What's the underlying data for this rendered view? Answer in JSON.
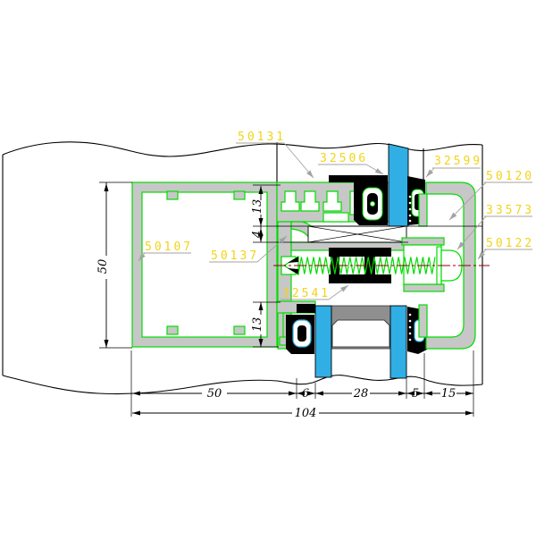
{
  "part_labels": [
    {
      "text": "50131"
    },
    {
      "text": "32506"
    },
    {
      "text": "32599"
    },
    {
      "text": "50120"
    },
    {
      "text": "33573"
    },
    {
      "text": "50122"
    },
    {
      "text": "50107"
    },
    {
      "text": "50137"
    },
    {
      "text": "32541"
    }
  ],
  "dims_horizontal": [
    {
      "text": "50"
    },
    {
      "text": "6"
    },
    {
      "text": "28"
    },
    {
      "text": "5"
    },
    {
      "text": "15"
    }
  ],
  "dim_total": {
    "text": "104"
  },
  "dims_vertical": [
    {
      "text": "50"
    },
    {
      "text": "13"
    },
    {
      "text": "4"
    },
    {
      "text": "13"
    }
  ],
  "colors": {
    "background": "#ffffff",
    "aluminum": "#c7c7c7",
    "outline": "#00dd00",
    "glass": "#31aee4",
    "gasket": "#000000",
    "label": "#f2d417",
    "leader": "#a3a3a3",
    "centerline": "#8e0000",
    "dimension": "#000000",
    "spacer": "#8f8f8f"
  }
}
